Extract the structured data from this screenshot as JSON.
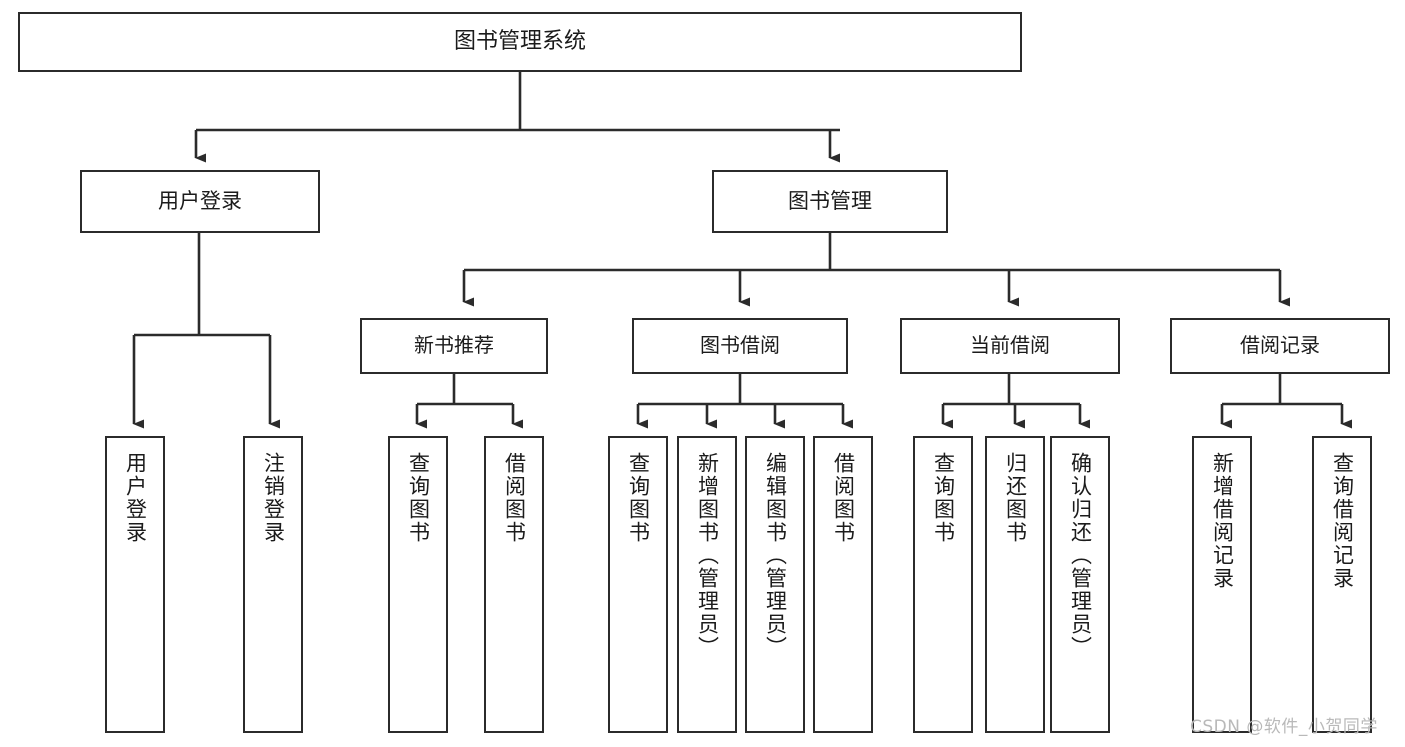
{
  "diagram": {
    "title": "图书管理系统",
    "watermark": "CSDN @软件_小贺同学",
    "edge_color": "#2b2b2b",
    "node_border_color": "#2b2b2b",
    "node_fill_color": "#ffffff",
    "text_color": "#1b1b1b",
    "nodes": {
      "root": {
        "label": "图书管理系统"
      },
      "level2": [
        {
          "label": "用户登录"
        },
        {
          "label": "图书管理"
        }
      ],
      "level3": [
        {
          "label": "新书推荐"
        },
        {
          "label": "图书借阅"
        },
        {
          "label": "当前借阅"
        },
        {
          "label": "借阅记录"
        }
      ],
      "leaves": {
        "user_login": [
          {
            "label": "用户登录"
          },
          {
            "label": "注销登录"
          }
        ],
        "new_book_recommend": [
          {
            "label": "查询图书"
          },
          {
            "label": "借阅图书"
          }
        ],
        "book_borrow": [
          {
            "label": "查询图书"
          },
          {
            "label": "新增图书（管理员）"
          },
          {
            "label": "编辑图书（管理员）"
          },
          {
            "label": "借阅图书"
          }
        ],
        "current_borrow": [
          {
            "label": "查询图书"
          },
          {
            "label": "归还图书"
          },
          {
            "label": "确认归还（管理员）"
          }
        ],
        "borrow_record": [
          {
            "label": "新增借阅记录"
          },
          {
            "label": "查询借阅记录"
          }
        ]
      }
    }
  }
}
